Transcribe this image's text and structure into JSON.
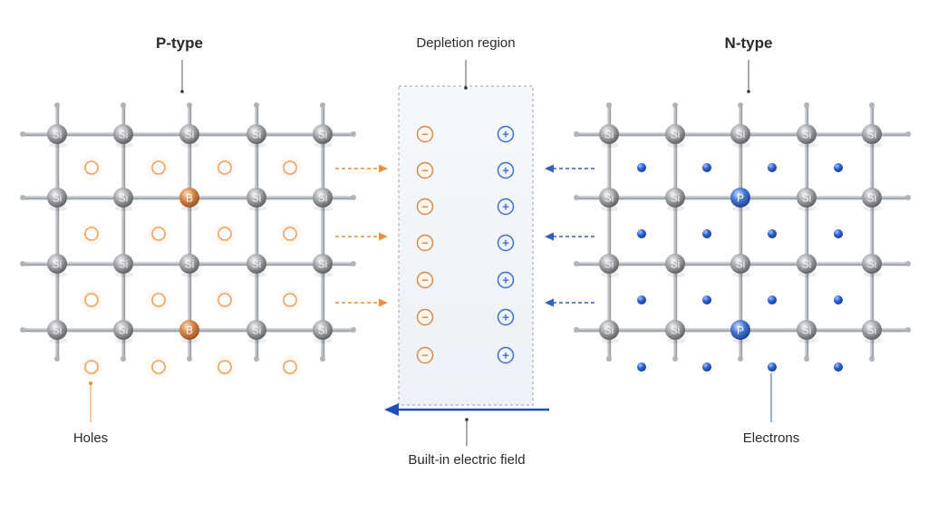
{
  "labels": {
    "p_type": "P-type",
    "n_type": "N-type",
    "depletion_region": "Depletion region",
    "holes": "Holes",
    "electrons": "Electrons",
    "field": "Built-in electric field"
  },
  "atoms": {
    "host": "Si",
    "acceptor": "B",
    "donor": "P"
  },
  "charges": {
    "negative": "−",
    "positive": "+"
  },
  "colors": {
    "silicon": "#8e9094",
    "acceptor": "#d98a4e",
    "donor": "#3f6fce",
    "hole": "#f0a060",
    "electron": "#2f63d6",
    "field_arrow": "#1f4fb4",
    "p_arrow": "#e8903c",
    "n_arrow": "#2f5fbf",
    "depletion_bg": "#f3f5f8",
    "bond": "#c9ccd1"
  },
  "icons": {
    "hole": "hole-circle-icon",
    "electron": "electron-dot-icon",
    "negative_ion": "minus-circle-icon",
    "positive_ion": "plus-circle-icon",
    "drift_arrow": "dashed-arrow-icon"
  }
}
